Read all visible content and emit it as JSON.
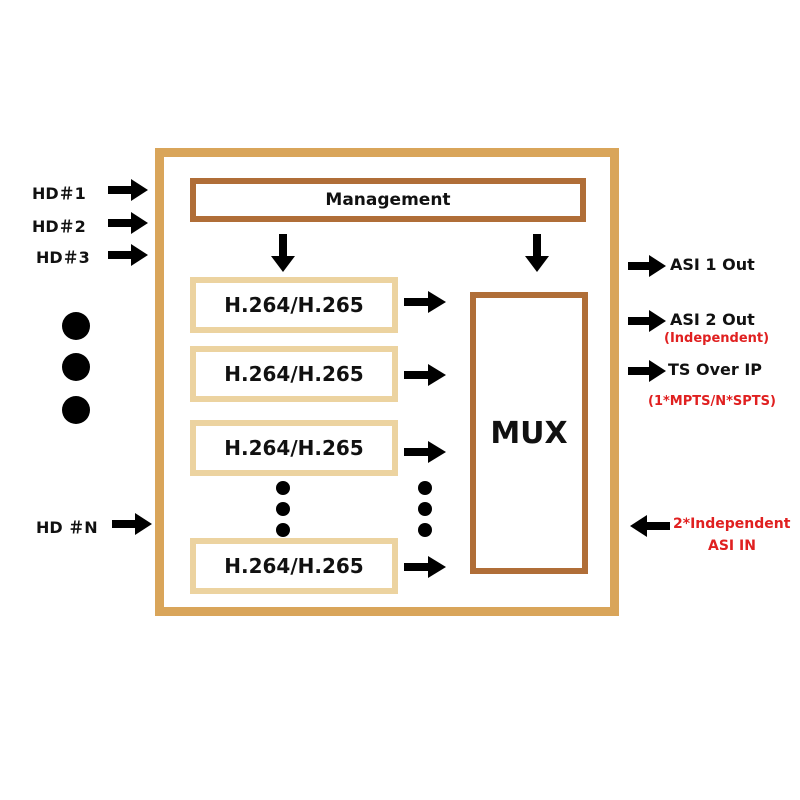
{
  "inputs": {
    "hd1": "HD＃1",
    "hd2": "HD＃2",
    "hd3": "HD＃3",
    "hdn": "HD ＃N"
  },
  "management": {
    "label": "Management"
  },
  "encoders": [
    "H.264/H.265",
    "H.264/H.265",
    "H.264/H.265",
    "H.264/H.265"
  ],
  "mux": {
    "label": "MUX"
  },
  "outputs": {
    "asi1": "ASI 1 Out",
    "asi2": "ASI 2 Out",
    "asi2_note": "(Independent)",
    "tsip": "TS Over IP",
    "tsip_note": "(1*MPTS/N*SPTS)",
    "asi_in_line1": "2*Independent",
    "asi_in_line2": "ASI IN"
  },
  "colors": {
    "frame": "#d9a55a",
    "management_border": "#b06e38",
    "encoder_border": "#ecd3a0",
    "mux_border": "#b06e38",
    "note_red": "#e02020"
  }
}
